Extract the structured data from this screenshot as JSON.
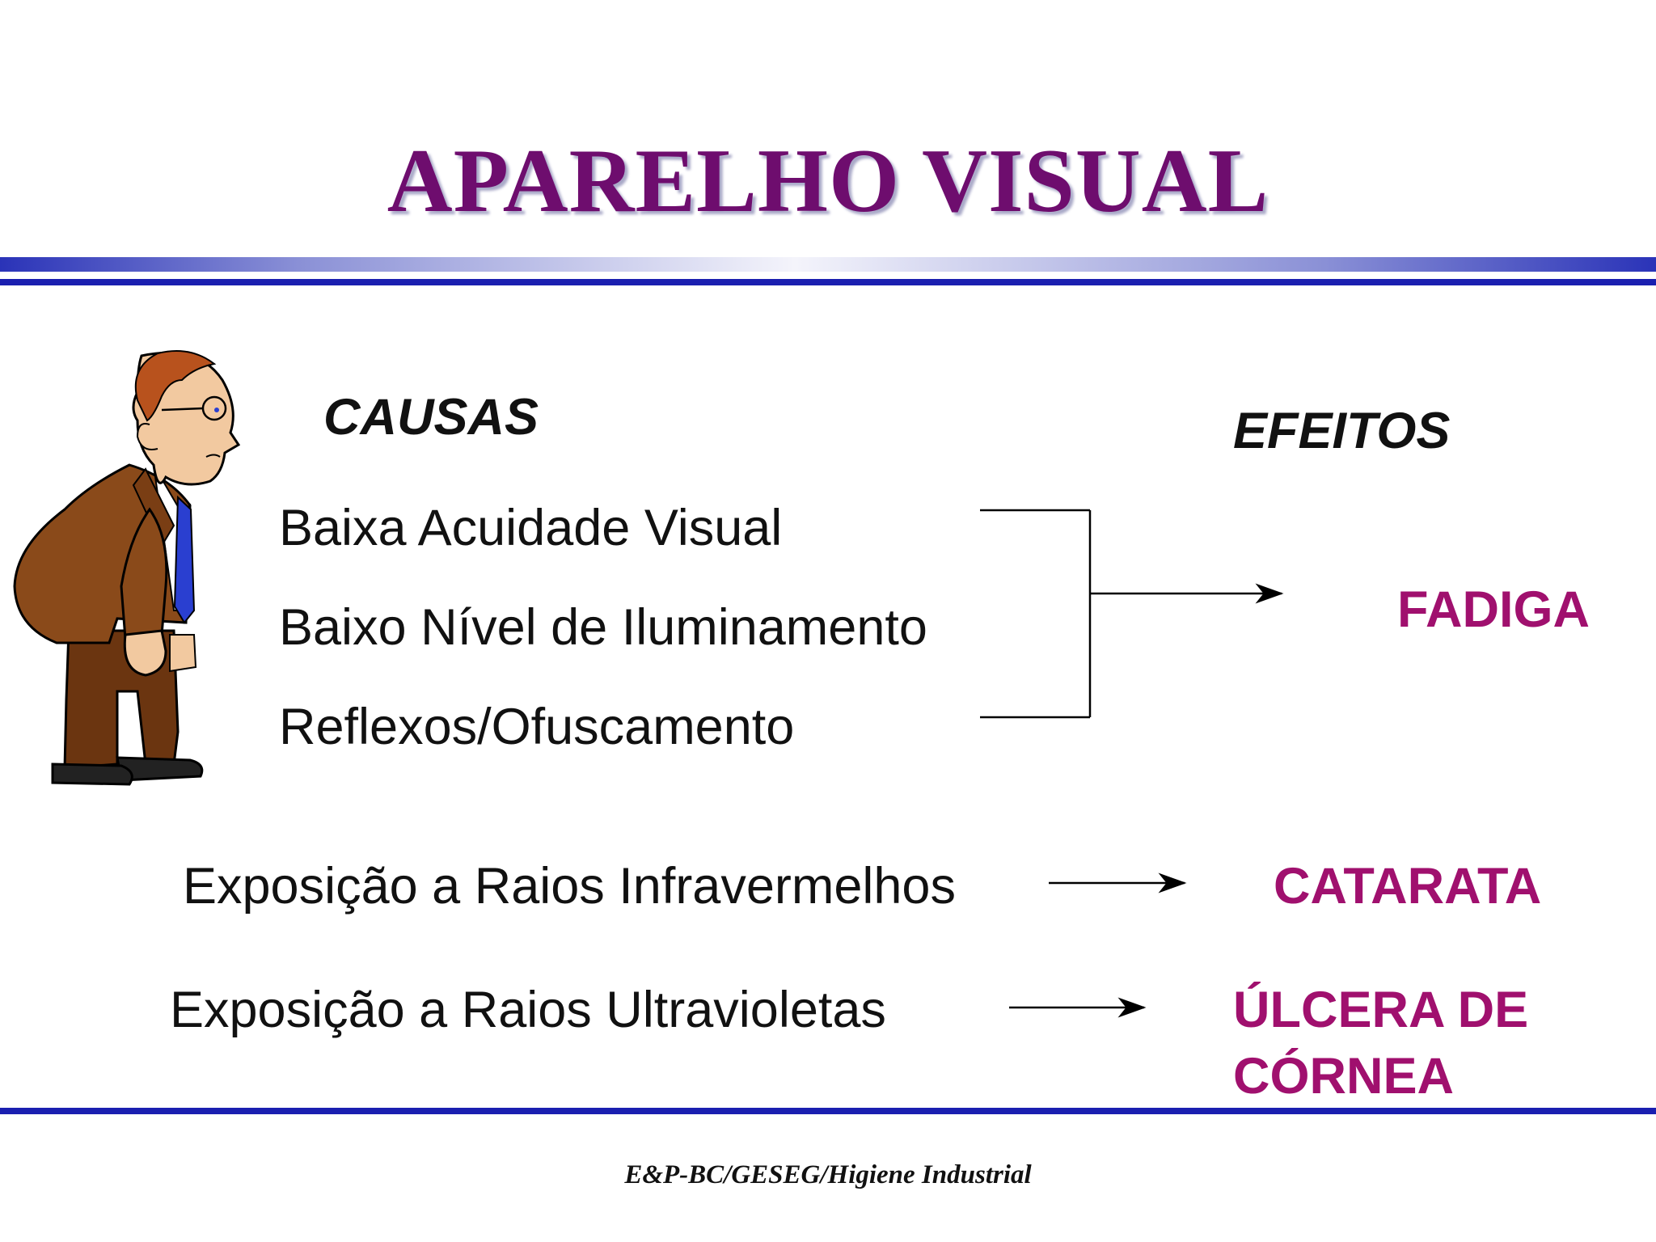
{
  "title": "APARELHO VISUAL",
  "headings": {
    "causes": "CAUSAS",
    "effects": "EFEITOS"
  },
  "causes": [
    "Baixa Acuidade Visual",
    "Baixo Nível de Iluminamento",
    "Reflexos/Ofuscamento"
  ],
  "exposures": [
    "Exposição a Raios Infravermelhos",
    "Exposição a Raios Ultravioletas"
  ],
  "effects": {
    "fadiga": "FADIGA",
    "catarata": "CATARATA",
    "ulcera_line1": "ÚLCERA DE",
    "ulcera_line2": "CÓRNEA"
  },
  "footer": "E&P-BC/GESEG/Higiene Industrial",
  "colors": {
    "title": "#6e0d6e",
    "effect": "#a0106e",
    "rule": "#1a1fb0"
  },
  "illustration": "tired-man-with-glasses"
}
